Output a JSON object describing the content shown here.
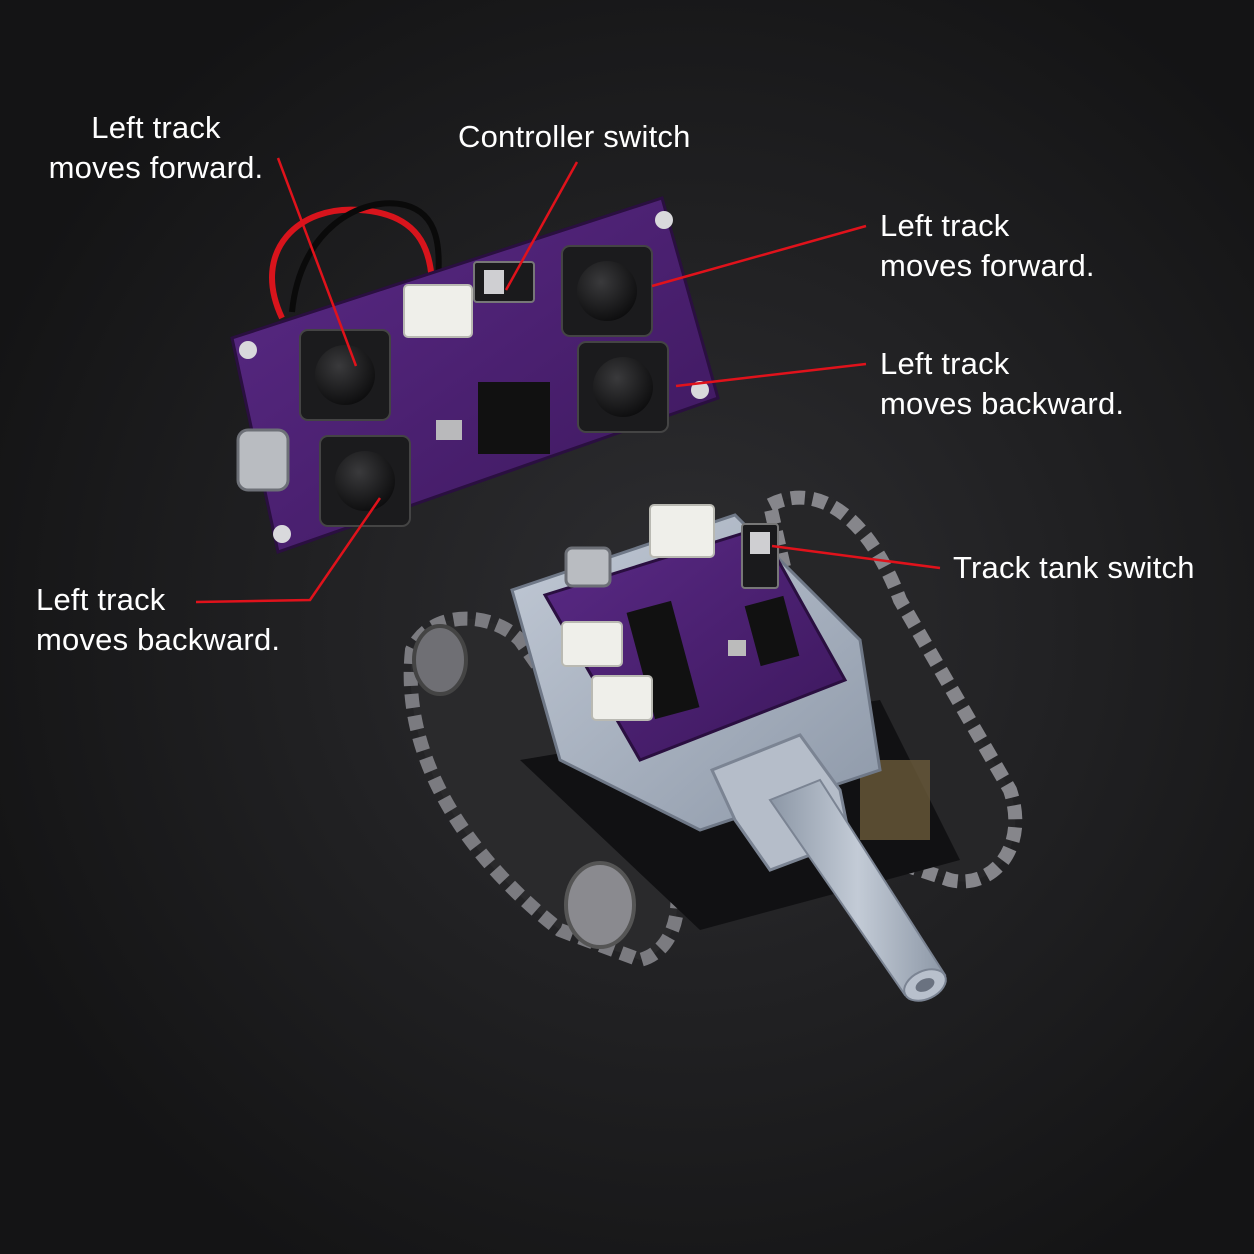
{
  "callouts": [
    {
      "id": "ctrl-top-left",
      "lines": [
        "Left track",
        "moves forward."
      ]
    },
    {
      "id": "ctrl-switch",
      "lines": [
        "Controller switch"
      ]
    },
    {
      "id": "ctrl-top-right",
      "lines": [
        "Left track",
        "moves forward."
      ]
    },
    {
      "id": "ctrl-bottom-right",
      "lines": [
        "Left track",
        "moves backward."
      ]
    },
    {
      "id": "tank-switch",
      "lines": [
        "Track tank switch"
      ]
    },
    {
      "id": "ctrl-bottom-left",
      "lines": [
        "Left track",
        "moves backward."
      ]
    }
  ],
  "colors": {
    "background": "#1c1c1e",
    "pcb": "#4a1f6e",
    "leader_line": "#e0121b",
    "tank_shell": "#aab4c2",
    "track_chain": "#8a8a8e",
    "label_text": "#ffffff"
  }
}
